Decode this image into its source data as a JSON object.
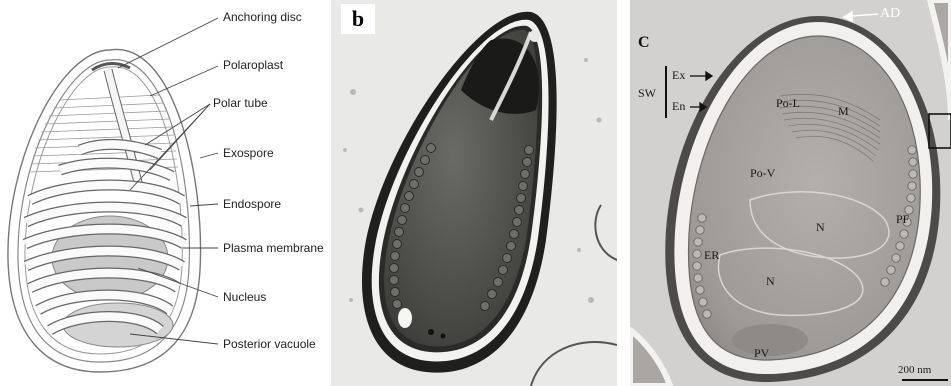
{
  "panel_a": {
    "labels": [
      "Anchoring disc",
      "Polaroplast",
      "Polar tube",
      "Exospore",
      "Endospore",
      "Plasma membrane",
      "Nucleus",
      "Posterior vacuole"
    ]
  },
  "panel_b": {
    "letter": "b"
  },
  "panel_c": {
    "letter": "C",
    "labels": {
      "ad": "AD",
      "ex": "Ex",
      "en": "En",
      "sw": "SW",
      "pol": "Po-L",
      "m": "M",
      "pov": "Po-V",
      "n1": "N",
      "n2": "N",
      "pf": "PF",
      "er": "ER",
      "pv": "PV"
    },
    "scale_bar": "200 nm"
  }
}
